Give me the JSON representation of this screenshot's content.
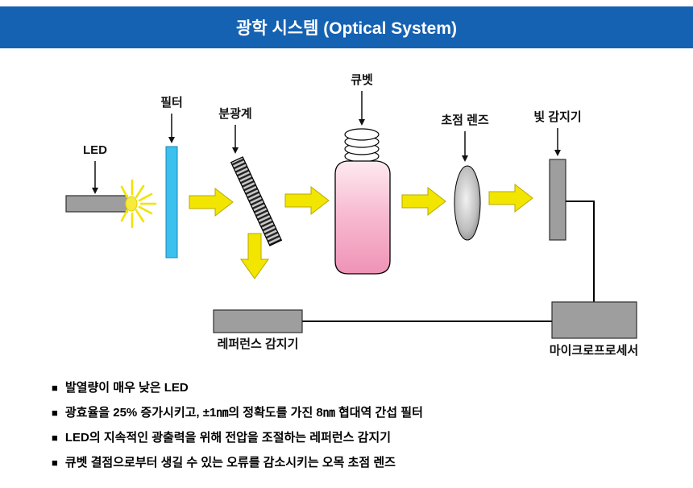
{
  "header": {
    "title": "광학 시스템 (Optical System)"
  },
  "diagram": {
    "labels": {
      "led": "LED",
      "filter": "필터",
      "spectrometer": "분광계",
      "cuvette": "큐벳",
      "focus_lens": "초점 렌즈",
      "light_detector": "빛 감지기",
      "reference_detector": "레퍼런스 감지기",
      "microprocessor": "마이크로프로세서"
    },
    "colors": {
      "header_blue": "#1561b2",
      "arrow_yellow": "#f2e600",
      "filter_cyan": "#3cc0ee",
      "component_gray": "#9e9e9e",
      "cuvette_pink": "#f29cbd"
    }
  },
  "notes": {
    "marker": "■",
    "items": [
      "발열량이 매우 낮은 LED",
      "광효율을 25% 증가시키고, ±1㎚의 정확도를 가진 8㎚ 협대역 간섭 필터",
      "LED의 지속적인 광출력을 위해 전압을 조절하는 레퍼런스 감지기",
      "큐벳 결점으로부터 생길 수 있는 오류를 감소시키는 오목 초점 렌즈"
    ]
  }
}
